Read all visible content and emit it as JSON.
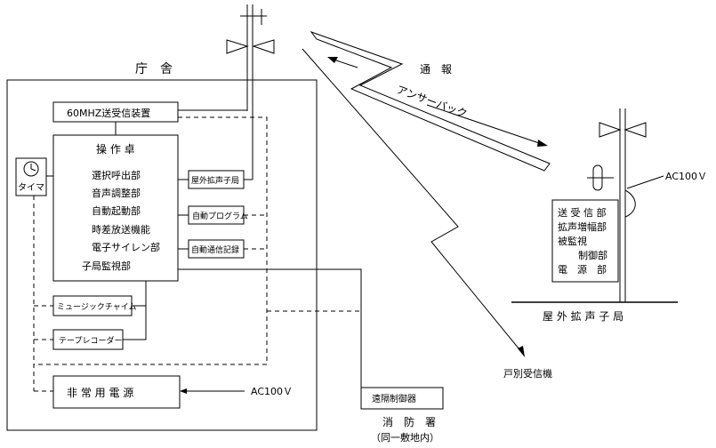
{
  "building": {
    "title": "庁　舎",
    "transceiver": "60MHZ送受信装置",
    "console": {
      "title": "操 作 卓",
      "items": [
        "選択呼出部",
        "音声調整部",
        "自動起動部",
        "時差放送機能",
        "電子サイレン部",
        "子局監視部"
      ]
    },
    "timer": "タイマ",
    "side_boxes": [
      "屋外拡声子局",
      "自動プログラム",
      "自動通信記録"
    ],
    "music_chime": "ミュージックチャイム",
    "tape_recorder": "テープレコーダー",
    "emergency_power": "非 常 用 電 源",
    "ac_label": "AC100Ｖ"
  },
  "link": {
    "notice": "通　報",
    "answerback": "アンサーバック"
  },
  "outdoor_station": {
    "ac_label": "AC100Ｖ",
    "items": [
      "送 受 信 部",
      "拡声増幅部",
      "被監視",
      "制御部",
      "電　源　部"
    ],
    "caption": "屋 外 拡 声 子 局"
  },
  "household_receiver": "戸別受信機",
  "fire_station": {
    "remote_controller": "遠隔制御器",
    "name": "消　防　署",
    "note": "（同一敷地内）"
  }
}
